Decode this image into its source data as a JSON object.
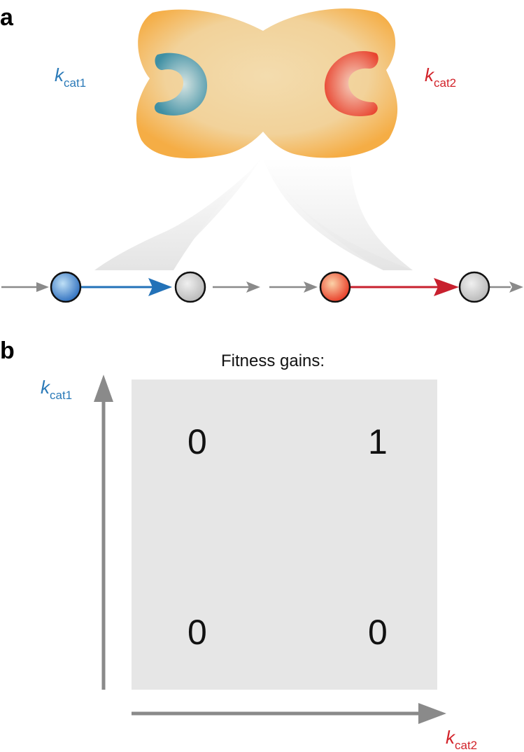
{
  "panel_a": {
    "label": "a",
    "kcat1": {
      "k": "k",
      "sub": "cat1"
    },
    "kcat2": {
      "k": "k",
      "sub": "cat2"
    },
    "colors": {
      "enzyme": "#f6b24a",
      "site1": "#4a9aad",
      "site2": "#ef5a3a",
      "pathway1": "#2372b8",
      "pathway2": "#c8202e",
      "neutral": "#8a8a8a"
    }
  },
  "panel_b": {
    "label": "b",
    "title": "Fitness gains:",
    "y_axis": {
      "k": "k",
      "sub": "cat1"
    },
    "x_axis": {
      "k": "k",
      "sub": "cat2"
    },
    "cells": {
      "top_left": "0",
      "top_right": "1",
      "bottom_left": "0",
      "bottom_right": "0"
    },
    "box_color": "#e6e6e6"
  }
}
